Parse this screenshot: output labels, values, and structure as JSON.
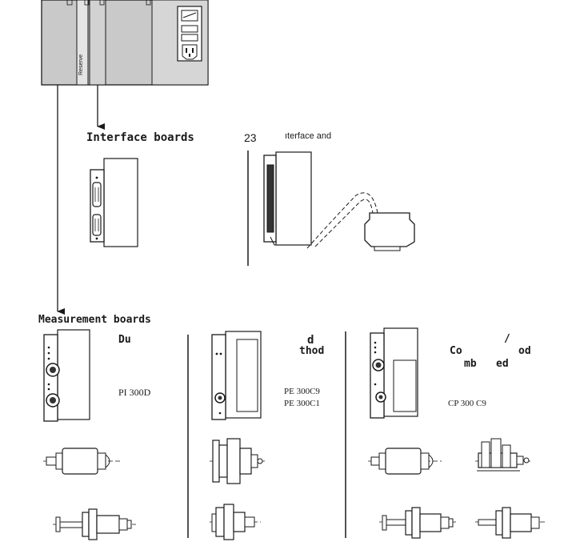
{
  "labels": {
    "reserve": "Reserve",
    "interface_boards": "Interface boards",
    "interface_num": "23",
    "interface_and": "ıterface and",
    "measurement_boards": "Measurement boards",
    "col1_head": "Du",
    "col1_code": "PI 300D",
    "col2_head_1": "d",
    "col2_head_2": "thod",
    "col2_code_1": "PE 300C9",
    "col2_code_2": "PE 300C1",
    "col3_head_1": "/",
    "col3_head_2": "Co",
    "col3_head_3": "od",
    "col3_head_4": "mb",
    "col3_head_5": "ed",
    "col3_code": "CP 300 C9"
  },
  "colors": {
    "ink": "#1a1a1a",
    "rack_fill": "#c8c8c8",
    "board_fill": "#ffffff"
  }
}
